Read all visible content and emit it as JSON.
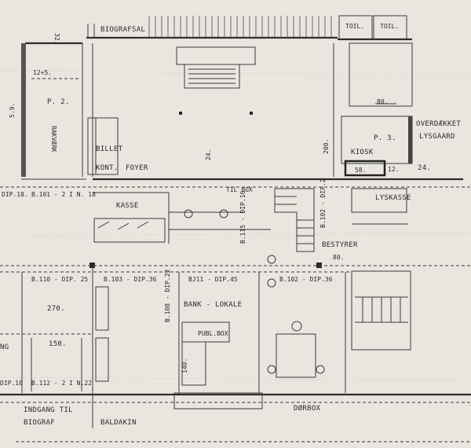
{
  "labels": {
    "biografsal": "BIOGRAFSAL",
    "toil_1": "TOIL.",
    "toil_2": "TOIL.",
    "dim_32": "32.",
    "dim_12_5": "12+5.",
    "dim_5_9": "5.9.",
    "p2": "P. 2.",
    "rakvaerk": "RAKVÆRK",
    "billet": "BILLET",
    "kont": "KONT.",
    "foyer": "FOYER",
    "dim_24_a": "24.",
    "dim_80_a": "80.",
    "overdaekket": "OVERDÆKKET",
    "lysgaard": "LYSGAARD",
    "p3": "P. 3.",
    "dim_200": "200.",
    "kiosk": "KIOSK",
    "dim_58": "58.",
    "dim_12": "12.",
    "dim_24_b": "24.",
    "dip18": "DIP.18.",
    "b101": "B.101 - 2 I N. 18",
    "kasse": "KASSE",
    "til_box": "TIL BOX",
    "b115": "B.115 - DIP.16",
    "b102_a": "B.102 - DIP.2",
    "lyskasse": "LYSKASSE",
    "bestyrer": "BESTYRER",
    "dim_80_b": "80.",
    "b110": "B.110 - DIP. 25",
    "b103": "B.103 - DIP.36",
    "bj11": "BJ11 - DIP.45",
    "b102_b": "B.102 - DIP.36",
    "dim_270": "270.",
    "b108": "B.108 - DIP.22",
    "bank_lokale": "BANK - LOKALE",
    "publ_box": "PUBL.BOX",
    "ng": "NG",
    "dim_150": "150.",
    "dim_140": "140.",
    "dip10": "DIP.10",
    "b112": "B.112 - 2 I N.22",
    "dorbox": "DØRBOX",
    "indgang_til": "INDGANG TIL",
    "biograf": "BIOGRAF",
    "baldakin": "BALDAKIN"
  }
}
